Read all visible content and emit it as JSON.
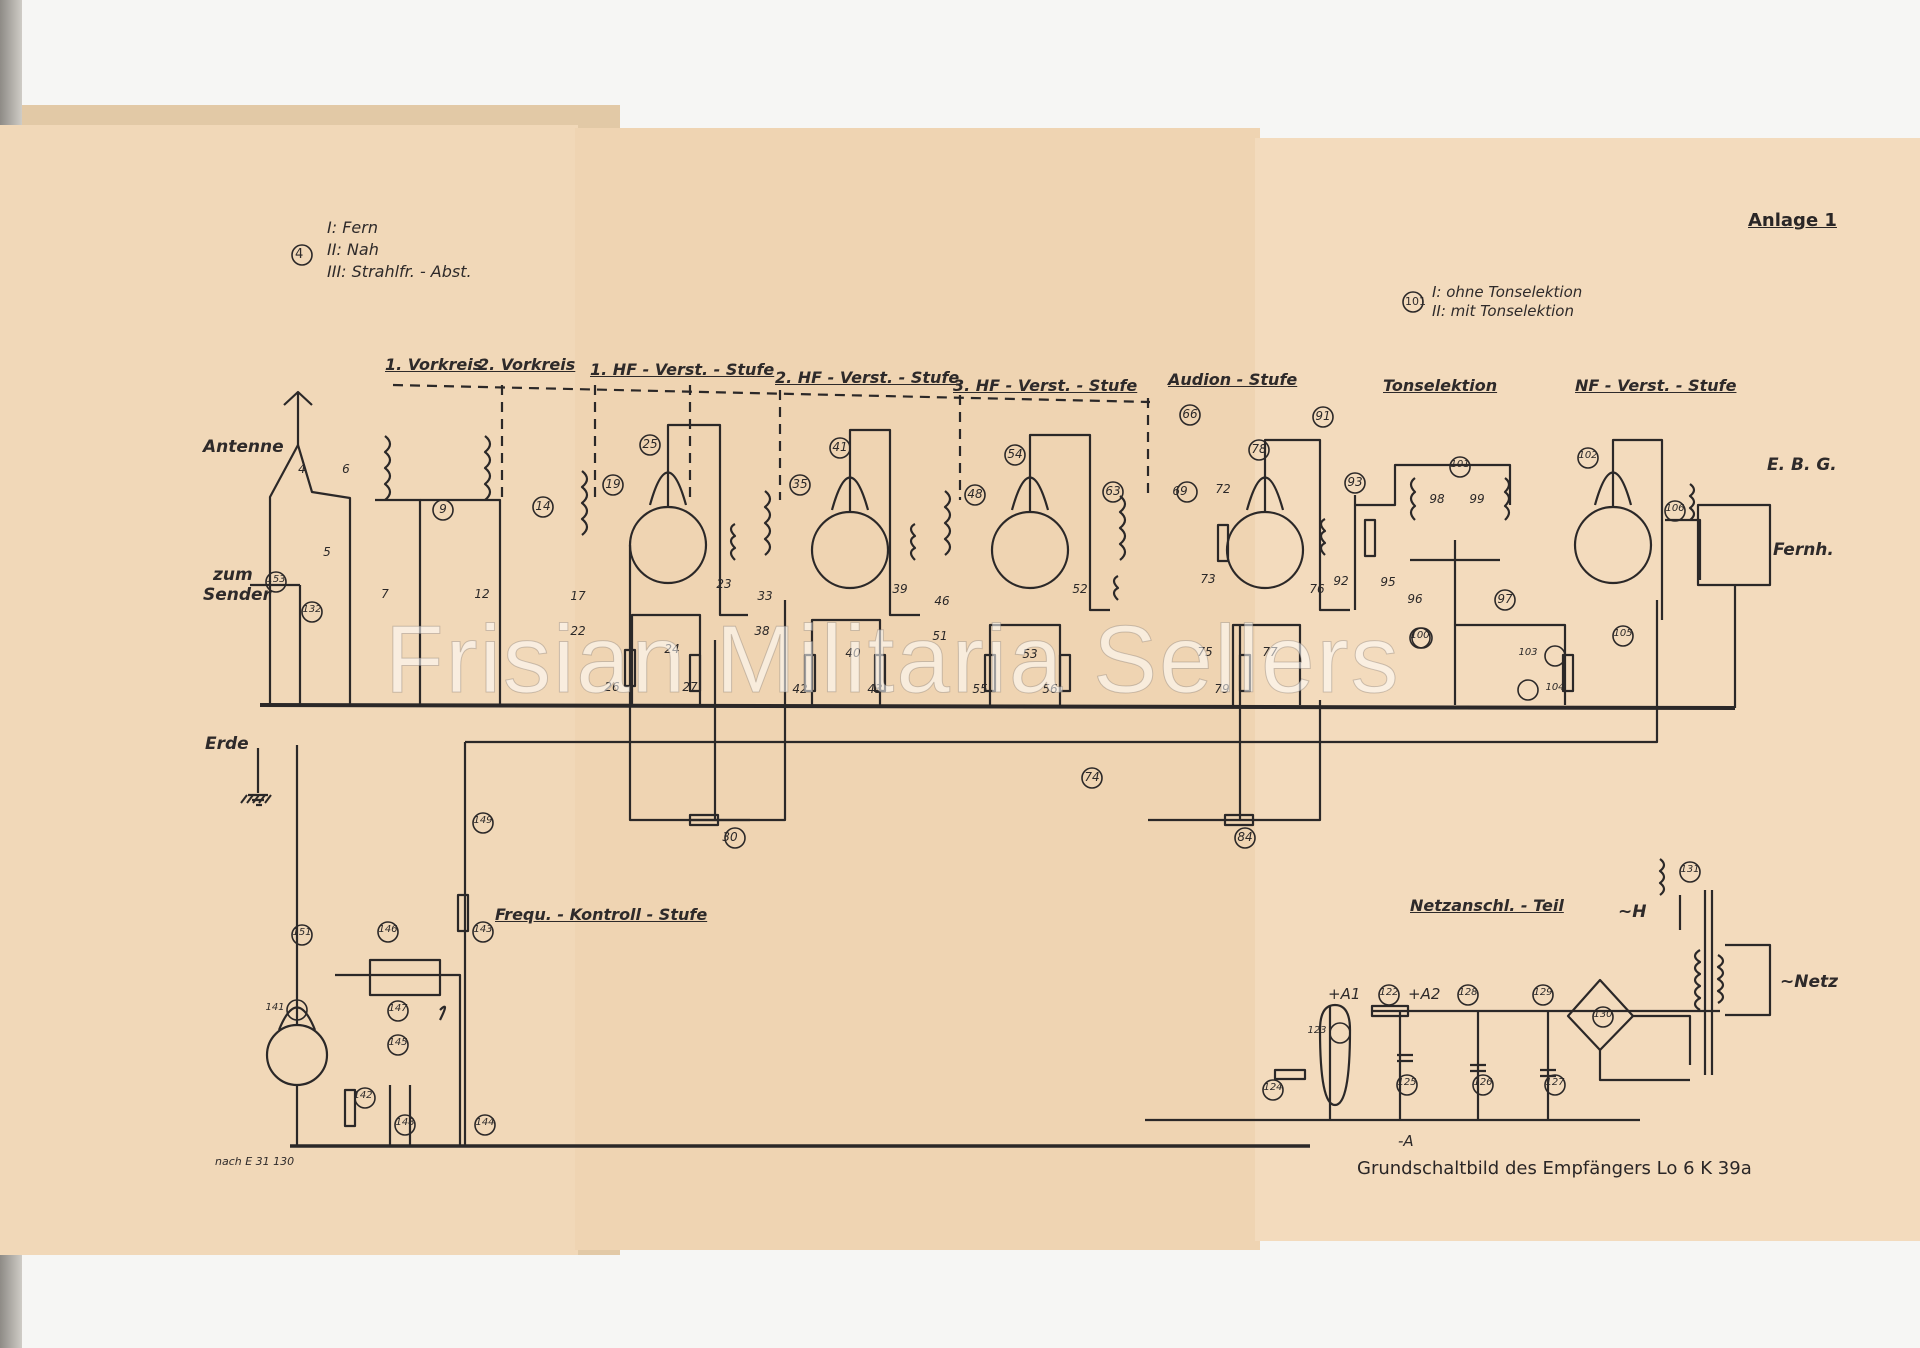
{
  "document": {
    "sheet_label": "Anlage 1",
    "caption": "Grundschaltbild des Empfängers Lo 6 K 39a",
    "source_note": "nach E 31 130"
  },
  "switch_legend": {
    "ref": "4",
    "lines": [
      "I:  Fern",
      "II:  Nah",
      "III:  Strahlfr. - Abst."
    ]
  },
  "tone_legend": {
    "ref": "101",
    "lines": [
      "I: ohne  Tonselektion",
      "II: mit   Tonselektion"
    ]
  },
  "stages": [
    "1. Vorkreis",
    "2. Vorkreis",
    "1. HF - Verst. - Stufe",
    "2. HF - Verst. - Stufe",
    "3. HF - Verst. - Stufe",
    "Audion - Stufe",
    "Tonselektion",
    "NF - Verst. - Stufe",
    "Frequ. - Kontroll - Stufe",
    "Netzanschl. - Teil"
  ],
  "terminals": {
    "antenna": "Antenne",
    "transmitter_1": "zum",
    "transmitter_2": "Sender",
    "earth": "Erde",
    "ebg": "E. B. G.",
    "headphones": "Fernh.",
    "mains": "~Netz",
    "heater": "~H",
    "plus_a1": "+A1",
    "plus_a2": "+A2",
    "minus_a": "-A"
  },
  "component_refs": [
    "4",
    "5",
    "6",
    "7",
    "9",
    "12",
    "14",
    "17",
    "19",
    "22",
    "23",
    "24",
    "25",
    "26",
    "27",
    "30",
    "33",
    "35",
    "38",
    "39",
    "40",
    "41",
    "42",
    "43",
    "46",
    "48",
    "51",
    "52",
    "53",
    "54",
    "55",
    "56",
    "63",
    "66",
    "69",
    "72",
    "73",
    "74",
    "75",
    "76",
    "77",
    "78",
    "79",
    "84",
    "91",
    "92",
    "93",
    "95",
    "96",
    "97",
    "98",
    "99",
    "100",
    "101",
    "102",
    "103",
    "104",
    "105",
    "106",
    "122",
    "123",
    "124",
    "125",
    "126",
    "127",
    "128",
    "129",
    "130",
    "131",
    "132",
    "141",
    "142",
    "143",
    "144",
    "145",
    "146",
    "147",
    "148",
    "149",
    "151",
    "153"
  ],
  "watermark": "Frisian Militaria Sellers"
}
